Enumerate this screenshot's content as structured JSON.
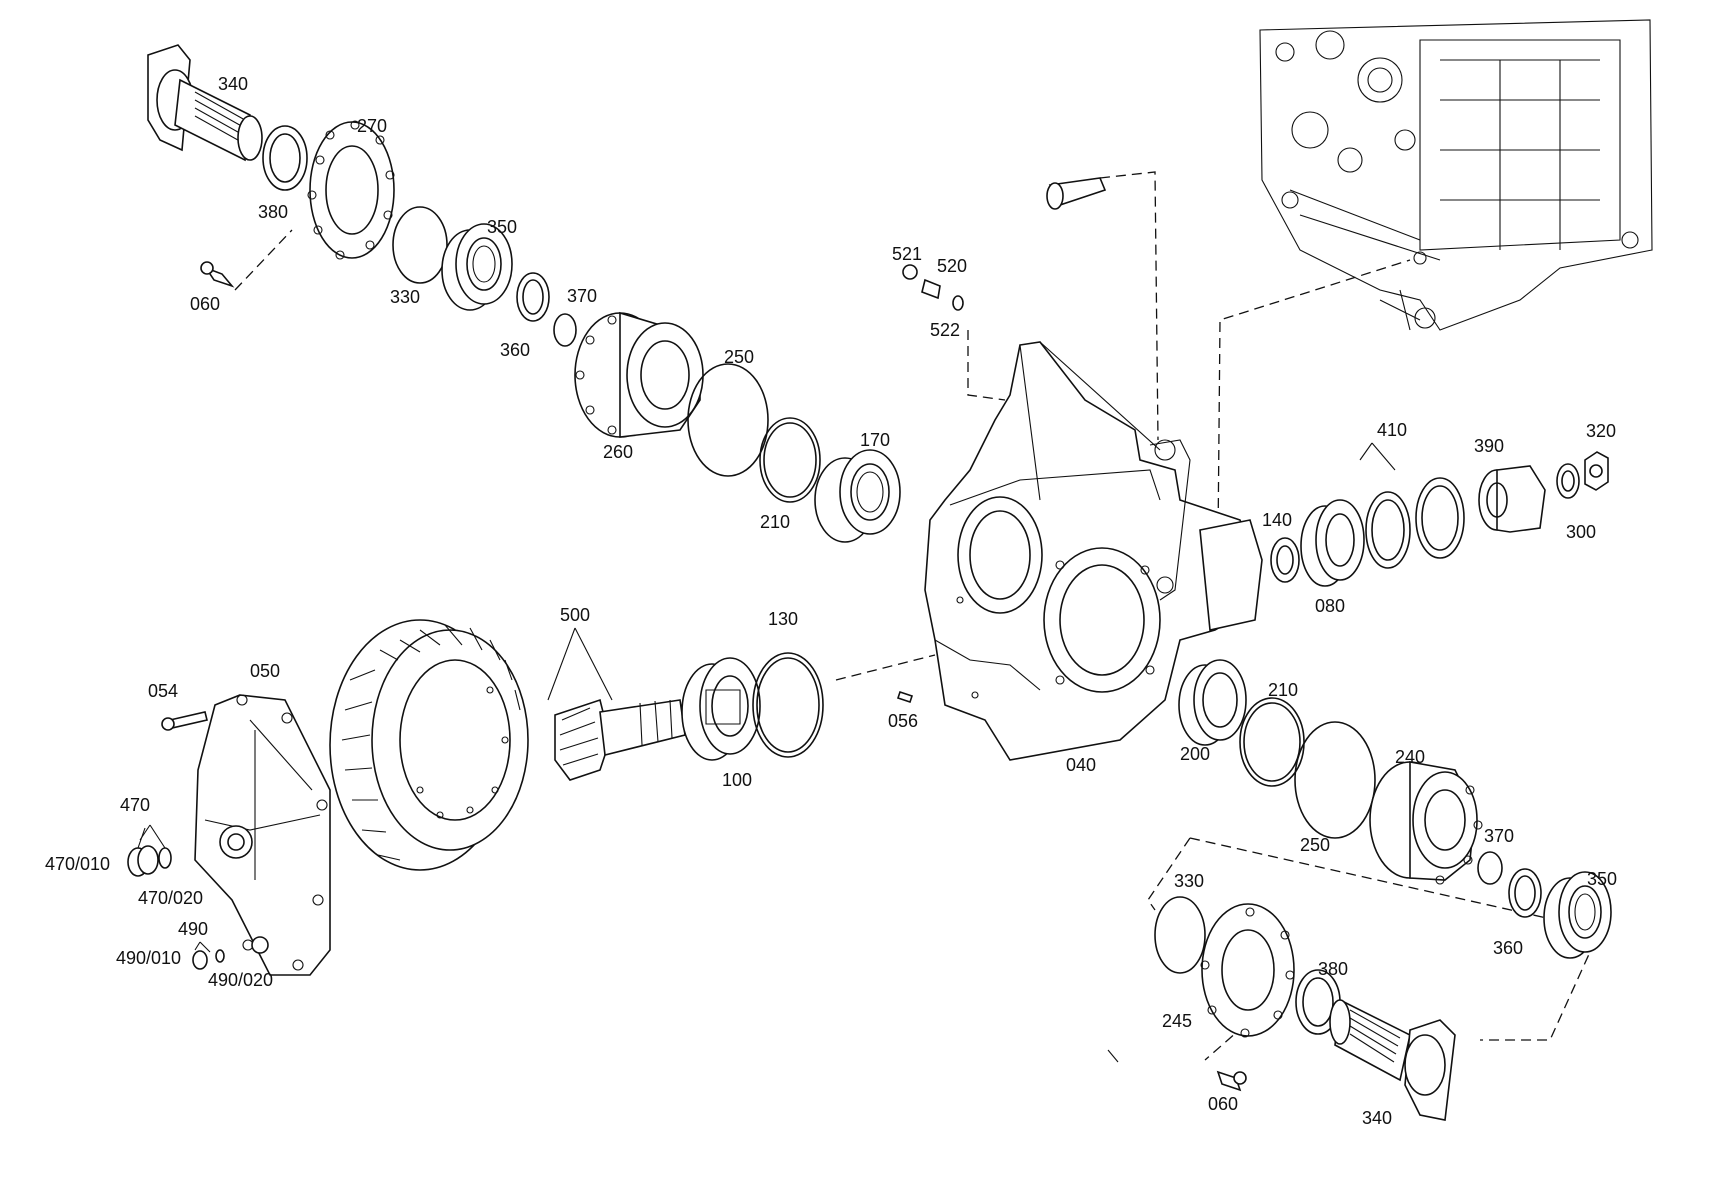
{
  "labels": {
    "p340_top": "340",
    "p270": "270",
    "p380_top": "380",
    "p060_top": "060",
    "p350_top": "350",
    "p330_top": "330",
    "p370_top": "370",
    "p360_top": "360",
    "p250_top": "250",
    "p260": "260",
    "p170": "170",
    "p210_top": "210",
    "p521": "521",
    "p520": "520",
    "p522": "522",
    "p410": "410",
    "p390": "390",
    "p320": "320",
    "p140": "140",
    "p300": "300",
    "p080": "080",
    "p500": "500",
    "p130": "130",
    "p050": "050",
    "p054": "054",
    "p056": "056",
    "p100": "100",
    "p040": "040",
    "p200": "200",
    "p210_bot": "210",
    "p240": "240",
    "p250_bot": "250",
    "p470": "470",
    "p470_010": "470/010",
    "p470_020": "470/020",
    "p490": "490",
    "p490_010": "490/010",
    "p490_020": "490/020",
    "p370_bot": "370",
    "p350_bot": "350",
    "p330_bot": "330",
    "p360_bot": "360",
    "p380_bot": "380",
    "p245": "245",
    "p060_bot": "060",
    "p340_bot": "340"
  }
}
